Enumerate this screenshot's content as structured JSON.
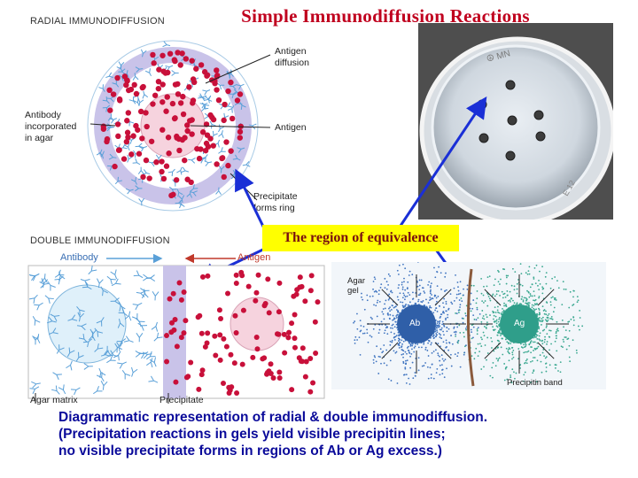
{
  "slide_title": "Simple Immunodiffusion Reactions",
  "radial": {
    "heading": "RADIAL IMMUNODIFFUSION",
    "label_antigen_diffusion": [
      "Antigen",
      "diffusion"
    ],
    "label_antibody": [
      "Antibody",
      "incorporated",
      "in agar"
    ],
    "label_antigen": "Antigen",
    "label_precipitate": [
      "Precipitate",
      "forms ring"
    ]
  },
  "equivalence_label": "The region of equivalence",
  "double": {
    "heading": "DOUBLE IMMUNODIFFUSION",
    "label_antibody": "Antibody",
    "label_antigen": "Antigen",
    "label_agar_matrix": "Agar matrix",
    "label_precipitate": "Precipitate"
  },
  "gel_photo": {
    "label_agar_gel": [
      "Agar",
      "gel"
    ],
    "well_ab": "Ab",
    "well_ag": "Ag",
    "label_band": "Precipitin band"
  },
  "caption": {
    "line1": "Diagrammatic representation of radial & double immunodiffusion.",
    "line2": " (Precipitation reactions in gels yield visible precipitin lines;",
    "line3": "no visible precipitate forms in regions of Ab or Ag excess.)"
  },
  "colors": {
    "title_red": "#c0001e",
    "arrow_blue": "#1a2fd6",
    "highlight_yellow": "#ffff00",
    "caption_blue": "#0a0a9a",
    "antigen_dot": "#c8103a",
    "antibody_blue": "#5aa0d8",
    "ring_lavender": "#c9c3e9"
  }
}
